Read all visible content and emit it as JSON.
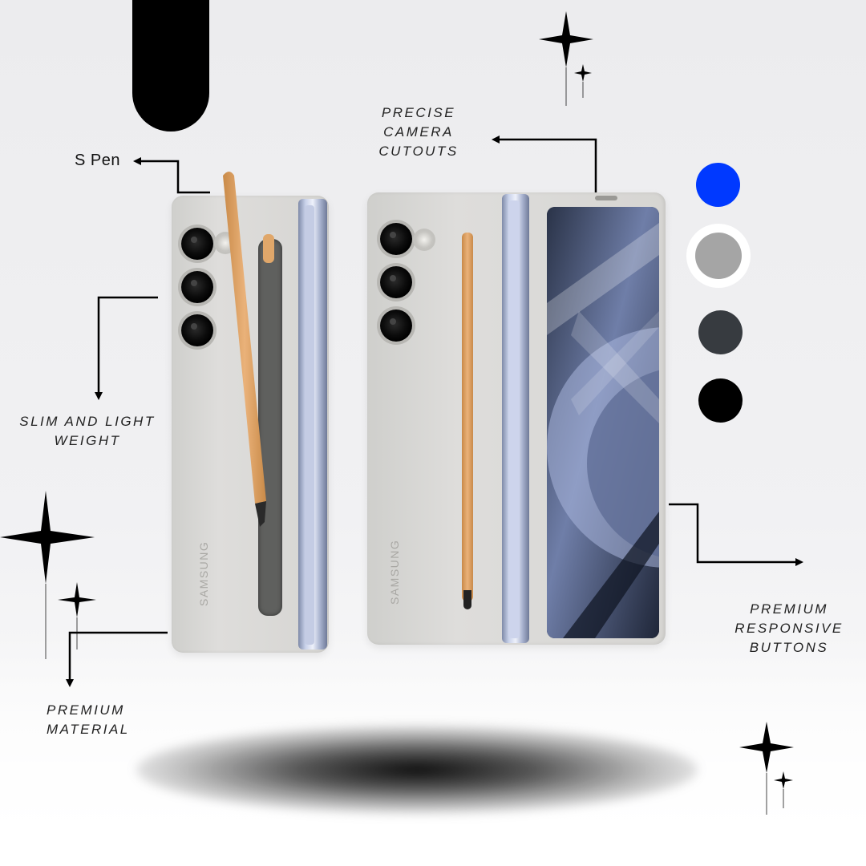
{
  "labels": {
    "s_pen": "S Pen",
    "camera": [
      "PRECISE",
      "CAMERA",
      "CUTOUTS"
    ],
    "slim": [
      "SLIM AND LIGHT",
      "WEIGHT"
    ],
    "material": [
      "PREMIUM",
      "MATERIAL"
    ],
    "buttons": [
      "PREMIUM",
      "RESPONSIVE",
      "BUTTONS"
    ]
  },
  "brand_text": "SAMSUNG",
  "color_options": [
    {
      "name": "blue",
      "hex": "#0039ff"
    },
    {
      "name": "gray",
      "hex": "#a5a5a5",
      "selected": true
    },
    {
      "name": "dark-slate",
      "hex": "#373b40"
    },
    {
      "name": "black",
      "hex": "#000000"
    }
  ],
  "colors": {
    "pen": "#e0a76a",
    "case": "#d9d8d5",
    "accent_black": "#000000"
  }
}
